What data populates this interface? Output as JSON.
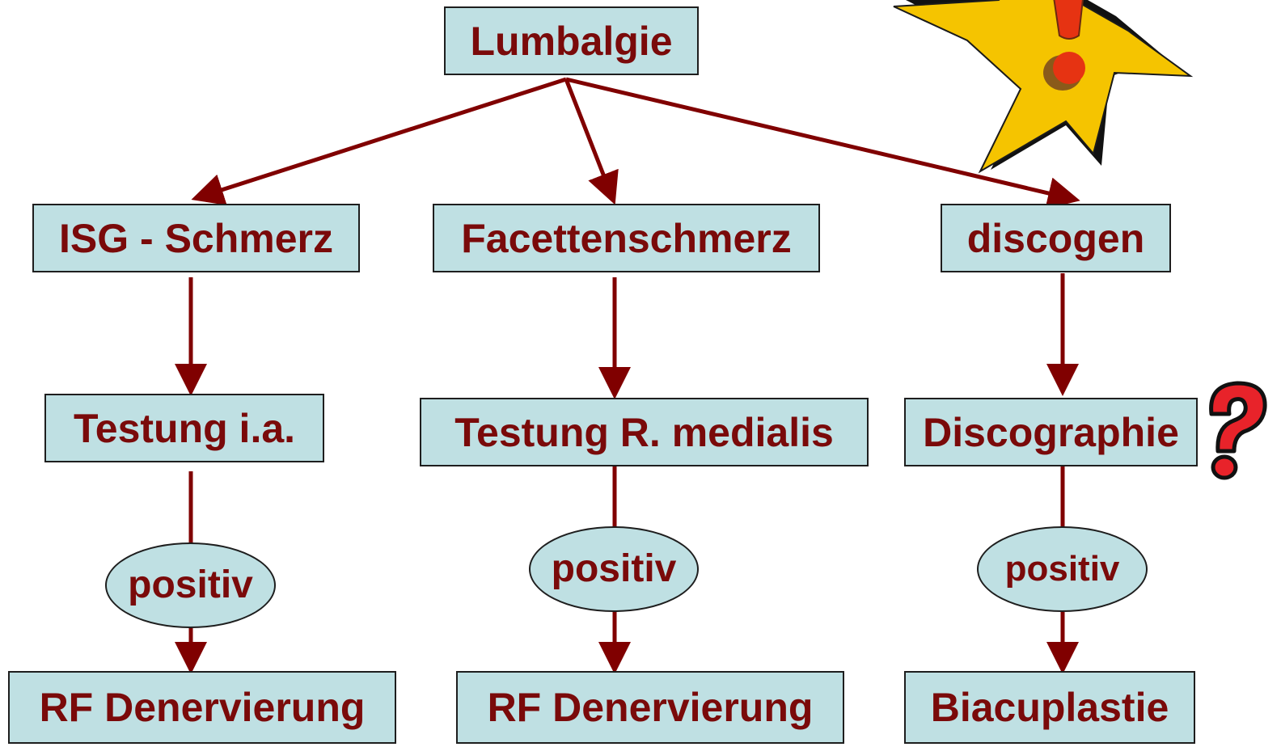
{
  "colors": {
    "box_fill": "#bfe0e3",
    "box_border": "#1e1e1e",
    "text": "#7a0a0a",
    "arrow": "#800000",
    "burst_fill": "#f5c400",
    "burst_shadow": "#111111",
    "exclamation": "#e63312",
    "question_mark": "#e8232a"
  },
  "icons": {
    "burst": "exclamation-burst-icon",
    "question": "question-mark-icon"
  },
  "nodes": {
    "root": "Lumbalgie",
    "isg": "ISG - Schmerz",
    "facet": "Facettenschmerz",
    "disc": "discogen",
    "test_isg": "Testung i.a.",
    "test_facet": "Testung R. medialis",
    "test_disc": "Discographie",
    "pos_isg": "positiv",
    "pos_facet": "positiv",
    "pos_disc": "positiv",
    "treat_isg": "RF Denervierung",
    "treat_facet": "RF Denervierung",
    "treat_disc": "Biacuplastie"
  }
}
